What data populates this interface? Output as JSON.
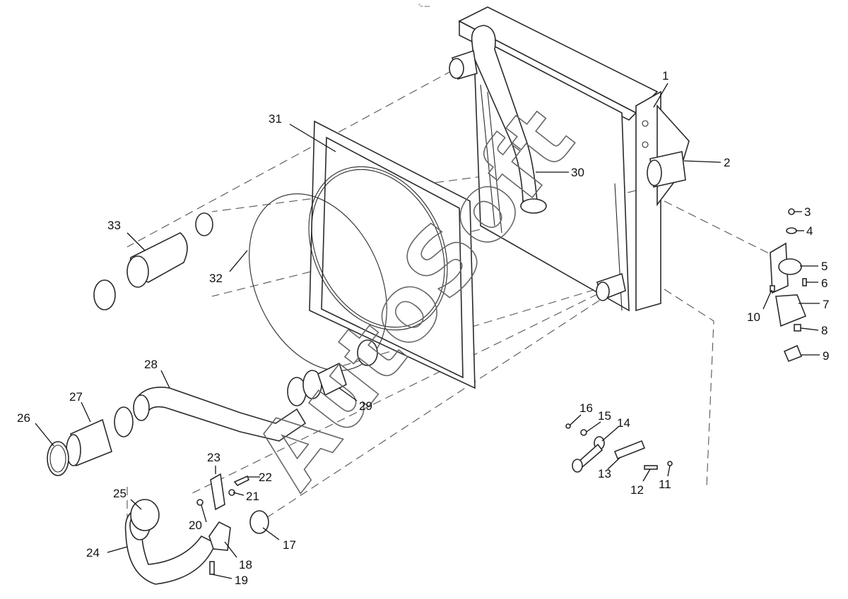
{
  "header_mark": "°ₘ ₒₒₒ",
  "watermark": "AutoSoft",
  "callouts": [
    {
      "id": "c1",
      "text": "1"
    },
    {
      "id": "c2",
      "text": "2"
    },
    {
      "id": "c3",
      "text": "3"
    },
    {
      "id": "c4",
      "text": "4"
    },
    {
      "id": "c5",
      "text": "5"
    },
    {
      "id": "c6",
      "text": "6"
    },
    {
      "id": "c7",
      "text": "7"
    },
    {
      "id": "c8",
      "text": "8"
    },
    {
      "id": "c9",
      "text": "9"
    },
    {
      "id": "c10",
      "text": "10"
    },
    {
      "id": "c11",
      "text": "11"
    },
    {
      "id": "c12",
      "text": "12"
    },
    {
      "id": "c13",
      "text": "13"
    },
    {
      "id": "c14",
      "text": "14"
    },
    {
      "id": "c15",
      "text": "15"
    },
    {
      "id": "c16",
      "text": "16"
    },
    {
      "id": "c17",
      "text": "17"
    },
    {
      "id": "c18",
      "text": "18"
    },
    {
      "id": "c19",
      "text": "19"
    },
    {
      "id": "c20",
      "text": "20"
    },
    {
      "id": "c21",
      "text": "21"
    },
    {
      "id": "c22",
      "text": "22"
    },
    {
      "id": "c23",
      "text": "23"
    },
    {
      "id": "c24",
      "text": "24"
    },
    {
      "id": "c25",
      "text": "25"
    },
    {
      "id": "c26",
      "text": "26"
    },
    {
      "id": "c27",
      "text": "27"
    },
    {
      "id": "c28",
      "text": "28"
    },
    {
      "id": "c29",
      "text": "29"
    },
    {
      "id": "c30",
      "text": "30"
    },
    {
      "id": "c31",
      "text": "31"
    },
    {
      "id": "c32",
      "text": "32"
    },
    {
      "id": "c33",
      "text": "33"
    }
  ]
}
